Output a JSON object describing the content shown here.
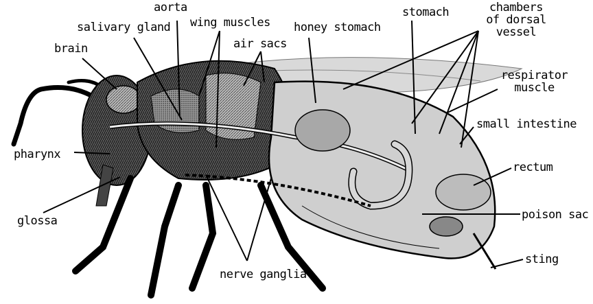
{
  "diagram": {
    "labels": {
      "aorta": "aorta",
      "salivary_gland": "salivary gland",
      "wing_muscles": "wing muscles",
      "honey_stomach": "honey stomach",
      "stomach": "stomach",
      "chambers_of_dorsal_vessel": "chambers\nof dorsal\nvessel",
      "brain": "brain",
      "air_sacs": "air sacs",
      "respirator_muscle": "respirator\nmuscle",
      "small_intestine": "small intestine",
      "rectum": "rectum",
      "pharynx": "pharynx",
      "poison_sac": "poison sac",
      "glossa": "glossa",
      "sting": "sting",
      "nerve_ganglia": "nerve ganglia"
    },
    "colors": {
      "ink": "#000000",
      "background": "#ffffff",
      "shade_dark": "#3a3a3a",
      "shade_mid": "#8a8a8a",
      "shade_light": "#c8c8c8"
    }
  }
}
